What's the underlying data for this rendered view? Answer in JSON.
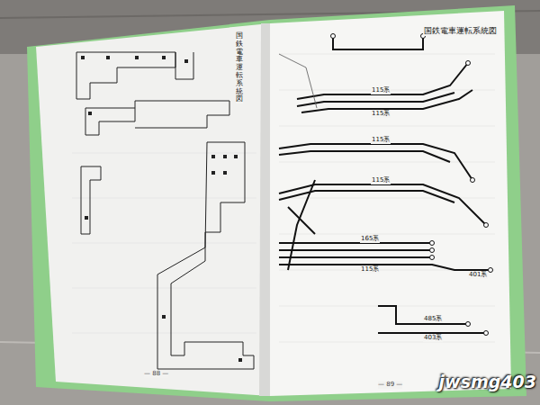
{
  "diagram": {
    "title": "国鉄電車運転系統図",
    "labels": [
      "国鉄電車運転系統図",
      "115系",
      "115系",
      "115系",
      "115系",
      "165系",
      "115系",
      "401系",
      "485系",
      "403系",
      "— 88 —",
      "— 89 —",
      "jwsmg403"
    ]
  }
}
